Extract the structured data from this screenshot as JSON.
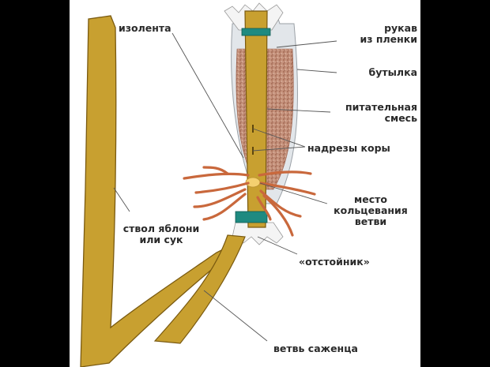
{
  "labels": {
    "izolenta": "изолента",
    "rukav": "рукав\nиз пленки",
    "butylka": "бутылка",
    "smes": "питательная\nсмесь",
    "nadrezy": "надрезы коры",
    "mesto": "место\nкольцевания\nветви",
    "stvol": "ствол яблони\nили сук",
    "otstoinik": "«отстойник»",
    "vetv": "ветвь саженца"
  },
  "colors": {
    "wood": "#c8a030",
    "wood_edge": "#7a5a10",
    "tape": "#1f8a80",
    "mix": "#b88570",
    "bottle": "#e2e6ea",
    "roots": "#c9683c",
    "background": "#ffffff",
    "frame": "#000000"
  }
}
